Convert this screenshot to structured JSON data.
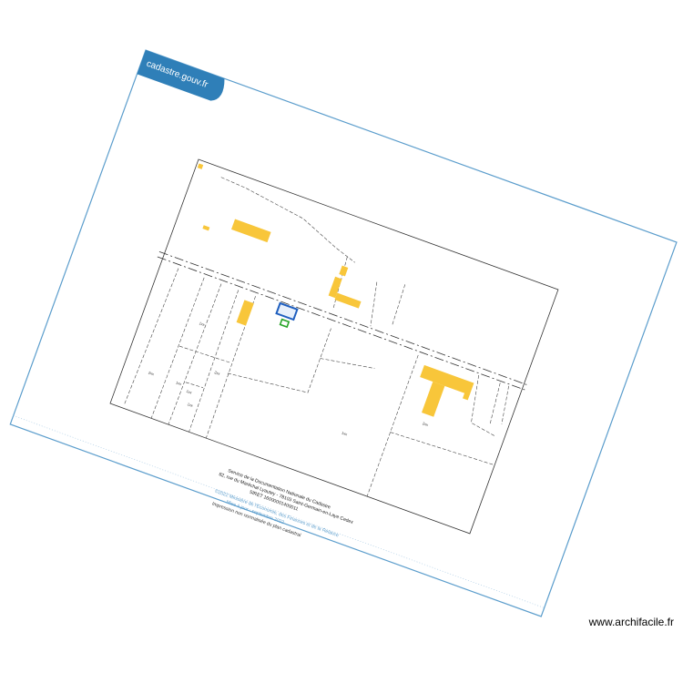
{
  "sheet": {
    "brand": "cadastre.gouv.fr",
    "brand_color": "#2f7fb8",
    "frame_color": "#5b9dcc"
  },
  "map": {
    "building_color": "#f8c63a",
    "parcel_line_color": "#444444",
    "selected_parcel_color": "#1f5fbf",
    "secondary_parcel_color": "#2aa52a",
    "parcel_labels": [
      "1xx",
      "2xx",
      "1xx",
      "2xx",
      "1xx",
      "2xx",
      "1xx",
      "1xx"
    ]
  },
  "footer": {
    "line1": "Service de la Documentation Nationale du Cadastre",
    "line2": "82, rue du Maréchal Lyautey - 78103 Saint-Germain-en-Laye Cedex",
    "line3": "SIRET 16000001400011",
    "line4": "©2022 Ministère de l'Economie, des Finances et de la Relance",
    "line5": "Mise à jour : septembre 2022",
    "line6": "Impression non normalisée du plan cadastral",
    "link_color": "#5b9dcc"
  },
  "watermark": {
    "text": "www.archifacile.fr"
  }
}
